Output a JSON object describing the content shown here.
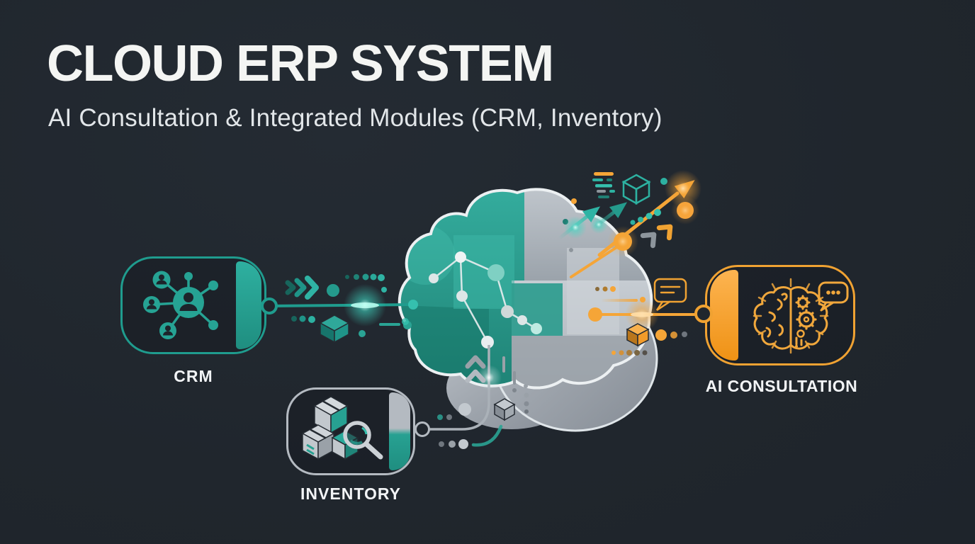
{
  "header": {
    "title": "CLOUD ERP SYSTEM",
    "subtitle": "AI Consultation & Integrated Modules (CRM, Inventory)"
  },
  "diagram": {
    "center": {
      "name": "Cloud ERP core",
      "icon": "isometric-cloud-network-icon"
    },
    "nodes": [
      {
        "id": "crm",
        "label": "CRM",
        "icon": "crm-customer-network-icon",
        "accent_color": "#1f9c8e"
      },
      {
        "id": "inventory",
        "label": "INVENTORY",
        "icon": "inventory-boxes-magnifier-icon",
        "accent_color": "#b4bac1",
        "secondary_color": "#27a192"
      },
      {
        "id": "ai_consultation",
        "label": "AI CONSULTATION",
        "icon": "ai-brain-gears-icon",
        "accent_color": "#f0a232"
      }
    ],
    "connections": [
      {
        "from": "crm",
        "to": "cloud",
        "color": "#1f9c8e"
      },
      {
        "from": "inventory",
        "to": "cloud",
        "color": "#b4bac1"
      },
      {
        "from": "cloud",
        "to": "ai_consultation",
        "color": "#f5a537"
      }
    ],
    "decorations": [
      "teal-chevron-arrows",
      "data-dot-trails",
      "isometric-cubes",
      "speech-bubbles",
      "orange-trend-arrow",
      "teal-arrows",
      "dash-ticks",
      "glow-accents",
      "upward-chevrons"
    ]
  },
  "colors": {
    "background": "#20262d",
    "teal": "#1f9c8e",
    "teal_bright": "#35c0ae",
    "gray": "#b4bac1",
    "orange": "#f5a537",
    "text_primary": "#f4f5f3",
    "text_secondary": "#e2e6e9"
  }
}
